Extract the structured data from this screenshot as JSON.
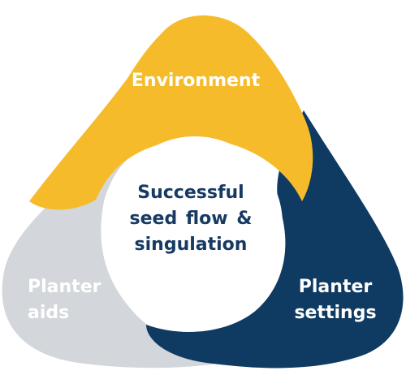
{
  "diagram": {
    "center": {
      "lines": [
        "Successful",
        "seed flow &",
        "singulation"
      ]
    },
    "segments": [
      {
        "key": "environment",
        "lines": [
          "Environment"
        ]
      },
      {
        "key": "planter_aids",
        "lines": [
          "Planter",
          "aids"
        ]
      },
      {
        "key": "planter_settings",
        "lines": [
          "Planter",
          "settings"
        ]
      }
    ],
    "colors": {
      "environment": "#f6bb2a",
      "planter_aids": "#d3d6da",
      "planter_settings": "#0f3b63",
      "center_fill": "#ffffff",
      "center_text": "#173a63",
      "segment_text": "#ffffff"
    }
  }
}
